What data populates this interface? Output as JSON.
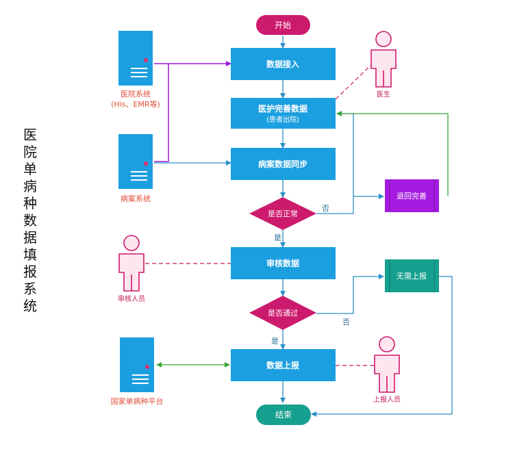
{
  "side_title": [
    "医",
    "院",
    "单",
    "病",
    "种",
    "数",
    "据",
    "填",
    "报",
    "系",
    "统"
  ],
  "nodes": {
    "start": "开始",
    "ingest": "数据接入",
    "complete_title": "医护完善数据",
    "complete_sub": "(患者出院)",
    "sync": "病案数据同步",
    "check_normal": "是否正常",
    "review": "审核数据",
    "check_pass": "是否通过",
    "report": "数据上报",
    "end": "结束",
    "return_complete": "退回完善",
    "no_report": "无需上报"
  },
  "edge_labels": {
    "no_1": "否",
    "yes_1": "是",
    "no_2": "否",
    "yes_2": "是"
  },
  "actors": {
    "hospital_system_line1": "医院系统",
    "hospital_system_line2": "(His、EMR等)",
    "case_system": "病案系统",
    "national_platform": "国家单病种平台",
    "doctor": "医生",
    "reviewer": "审核人员",
    "reporter": "上报人员"
  },
  "colors": {
    "process_blue": "#1c9fe0",
    "decision_magenta": "#cc1a6d",
    "purple": "#a51be0",
    "teal": "#16a08f",
    "actor_pink": "#d1176b",
    "label_red": "#e0503a",
    "green_line": "#3aa53a"
  }
}
